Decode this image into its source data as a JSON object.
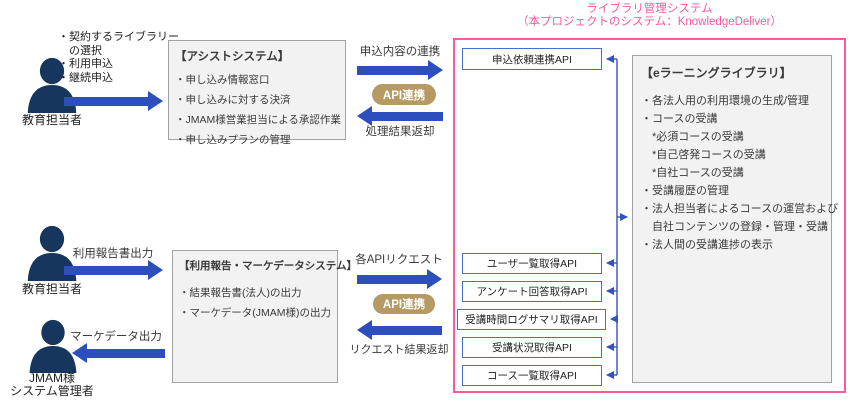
{
  "colors": {
    "arrow_blue": "#2d4fbe",
    "line_blue": "#3353c2",
    "pink": "#f85a9f",
    "pill_tan": "#b69a63",
    "box_gray_bg": "#f2f2f2",
    "box_gray_border": "#a3a3a3",
    "api_border": "#4472c4",
    "person_navy": "#17365d",
    "text": "#3a3a3a"
  },
  "pink_panel": {
    "title_line1": "ライブラリ管理システム",
    "title_line2": "（本プロジェクトのシステム：KnowledgeDeliver）"
  },
  "actors": {
    "educator_top": {
      "label": "教育担当者",
      "notes": [
        "・契約するライブラリー",
        "　の選択",
        "・利用申込",
        "・継続申込"
      ]
    },
    "educator_bottom": {
      "label": "教育担当者"
    },
    "jmam_admin": {
      "label_line1": "JMAM様",
      "label_line2": "システム管理者"
    }
  },
  "assist_system": {
    "title": "【アシストシステム】",
    "items": [
      "・申し込み情報窓口",
      "・申し込みに対する決済",
      "・JMAM様営業担当による承認作業",
      "・申し込みプランの管理"
    ]
  },
  "report_system": {
    "title": "【利用報告・マーケデータシステム】",
    "items": [
      "・結果報告書(法人)の出力",
      "・マーケデータ(JMAM様)の出力"
    ]
  },
  "elearning_library": {
    "title": "【eラーニングライブラリ】",
    "items": [
      "・各法人用の利用環境の生成/管理",
      "・コースの受講",
      "　*必須コースの受講",
      "　*自己啓発コースの受講",
      "　*自社コースの受講",
      "・受講履歴の管理",
      "・法人担当者によるコースの運営および",
      "　自社コンテンツの登録・管理・受講",
      "・法人間の受講進捗の表示"
    ]
  },
  "api_boxes": {
    "top": "申込依頼連携API",
    "bottom": [
      "ユーザ一覧取得API",
      "アンケート回答取得API",
      "受講時間ログサマリ取得API",
      "受講状況取得API",
      "コース一覧取得API"
    ]
  },
  "flows": {
    "top_request": "申込内容の連携",
    "top_response": "処理結果返却",
    "bottom_request": "各APIリクエスト",
    "bottom_response": "リクエスト結果返却",
    "api_pill": "API連携",
    "report_output": "利用報告書出力",
    "marke_output": "マーケデータ出力"
  }
}
